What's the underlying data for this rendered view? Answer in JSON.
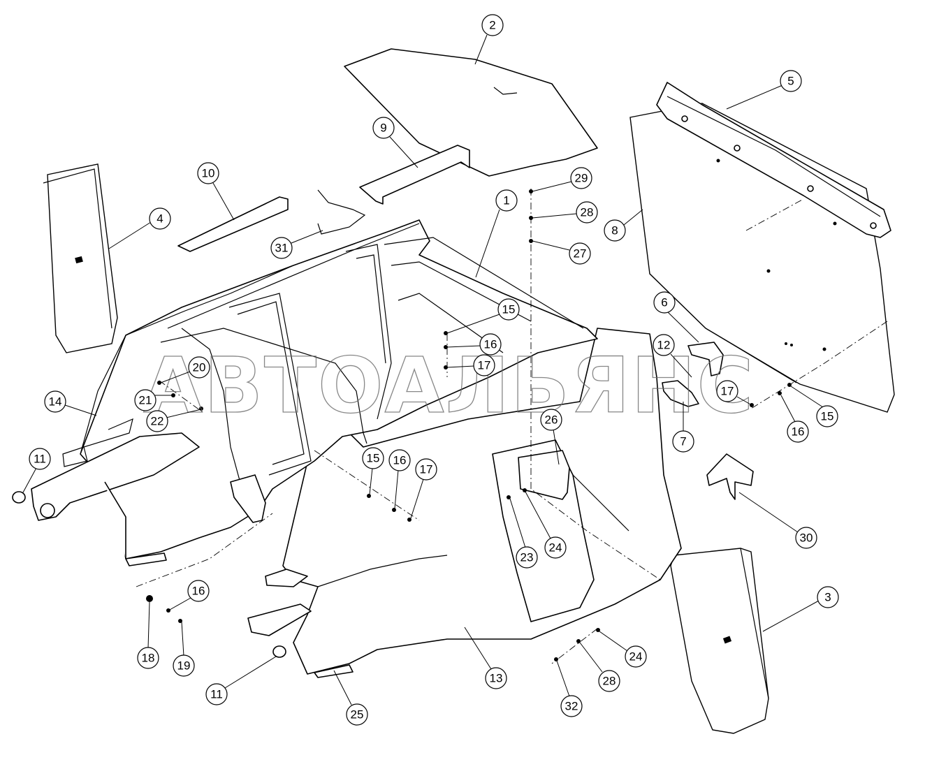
{
  "watermark": "АВТОАЛЬЯНС",
  "callouts": [
    "1",
    "2",
    "3",
    "4",
    "5",
    "6",
    "7",
    "8",
    "9",
    "10",
    "11",
    "12",
    "13",
    "14",
    "15",
    "16",
    "17",
    "18",
    "19",
    "20",
    "21",
    "22",
    "23",
    "24",
    "25",
    "26",
    "27",
    "28",
    "29",
    "30",
    "31",
    "32"
  ]
}
